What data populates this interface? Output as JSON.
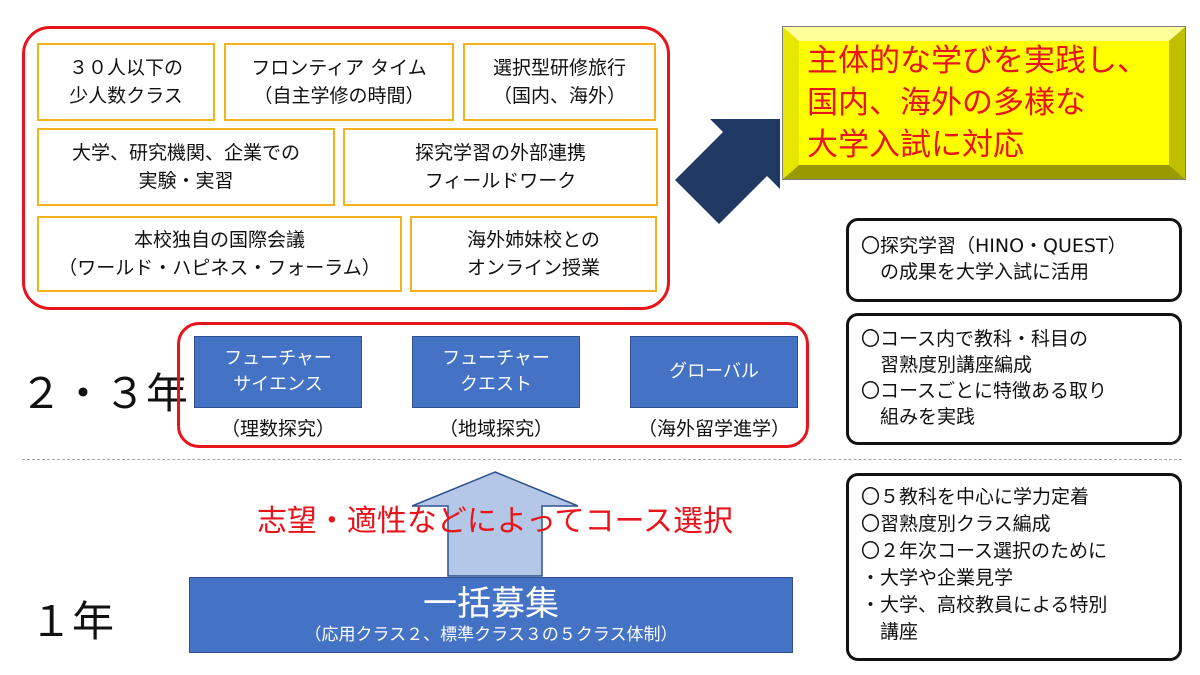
{
  "features": {
    "small_class": [
      "３０人以下の",
      "少人数クラス"
    ],
    "frontier_time": [
      "フロンティア タイム",
      "（自主学修の時間）"
    ],
    "training_trip": [
      "選択型研修旅行",
      "（国内、海外）"
    ],
    "experiments": [
      "大学、研究機関、企業での",
      "実験・実習"
    ],
    "inquiry_fieldwork": [
      "探究学習の外部連携",
      "フィールドワーク"
    ],
    "intl_conference": [
      "本校独自の国際会議",
      "（ワールド・ハピネス・フォーラム）"
    ],
    "sister_school": [
      "海外姉妹校との",
      "オンライン授業"
    ]
  },
  "goal": [
    "主体的な学びを実践し、",
    "国内、海外の多様な",
    "大学入試に対応"
  ],
  "years": {
    "upper": "２・３年",
    "first": "１年"
  },
  "courses": [
    {
      "name": [
        "フューチャー",
        "サイエンス"
      ],
      "focus": "（理数探究）"
    },
    {
      "name": [
        "フューチャー",
        "クエスト"
      ],
      "focus": "（地域探究）"
    },
    {
      "name": [
        "グローバル"
      ],
      "focus": "（海外留学進学）"
    }
  ],
  "selection_text": "志望・適性などによってコース選択",
  "enrollment": {
    "title": "一括募集",
    "detail": "（応用クラス２、標準クラス３の５クラス体制）"
  },
  "notes": {
    "inquiry": [
      "〇探究学習（HINO・QUEST）",
      "　の成果を大学入試に活用"
    ],
    "upper_years": [
      "〇コース内で教科・科目の",
      "　習熟度別講座編成",
      "〇コースごとに特徴ある取り",
      "　組みを実践"
    ],
    "first_year": [
      "〇５教科を中心に学力定着",
      "〇習熟度別クラス編成",
      "〇２年次コース選択のために",
      "・大学や企業見学",
      "・大学、高校教員による特別",
      "　講座"
    ]
  },
  "colors": {
    "red": "#e8141b",
    "orange_border": "#f2b21c",
    "blue": "#4472c4",
    "navy_arrow": "#1f3864",
    "light_arrow": "#b4c7e7",
    "goal_yellow": "#ffff00"
  }
}
